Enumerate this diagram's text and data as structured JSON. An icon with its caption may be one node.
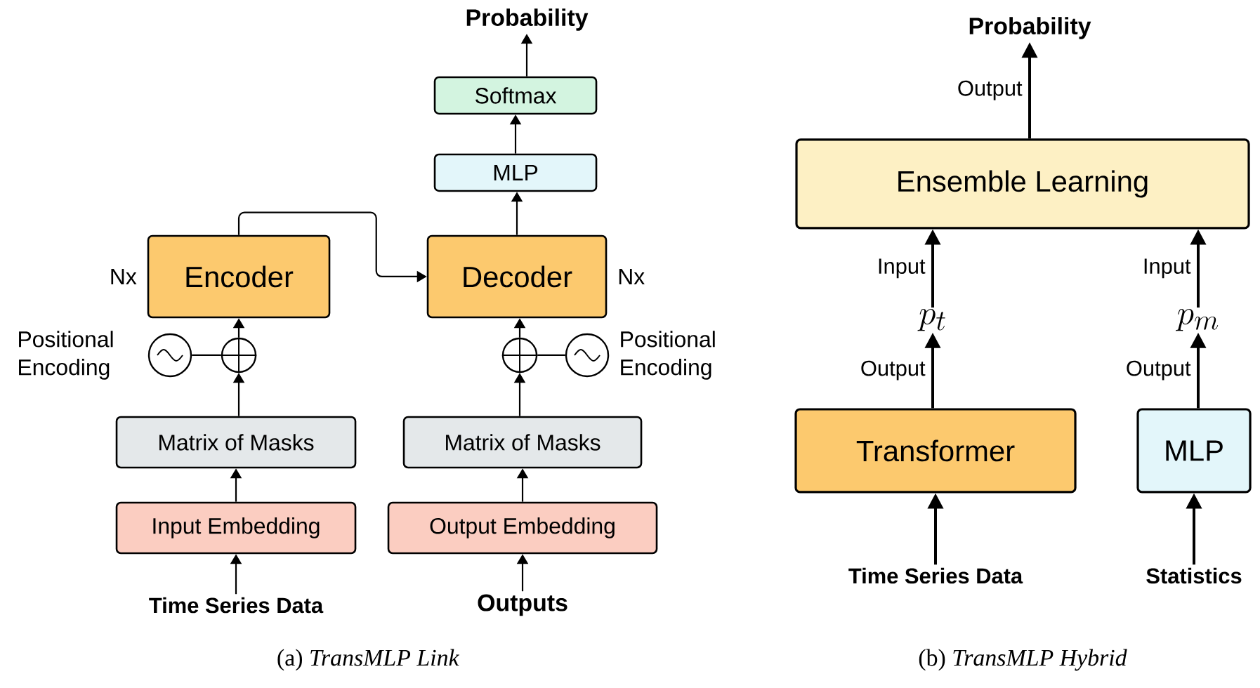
{
  "diagram": {
    "nodes": [
      {
        "text": [
          "Probability"
        ]
      },
      {
        "text": [
          "Softmax"
        ]
      },
      {
        "text": [
          "MLP"
        ]
      },
      {
        "text": [
          "Encoder"
        ],
        "beside": [
          "Nx"
        ]
      },
      {
        "text": [
          "Decoder"
        ],
        "beside": [
          "Nx"
        ]
      },
      {
        "text": [],
        "shape": "circle",
        "beside": [
          "Positional Encoding"
        ]
      },
      {
        "text": [],
        "shape": "circle"
      },
      {
        "text": [
          "Matrix of Masks"
        ]
      },
      {
        "text": [
          "Input Embedding"
        ]
      },
      {
        "text": [
          "Time Series Data"
        ]
      },
      {
        "text": [],
        "shape": "circle"
      },
      {
        "text": [],
        "shape": "circle",
        "beside": [
          "Positional Encoding"
        ]
      },
      {
        "text": [
          "Matrix of Masks"
        ]
      },
      {
        "text": [
          "Output Embedding"
        ]
      },
      {
        "text": [
          "Outputs"
        ]
      },
      {
        "text": [
          "Probability"
        ]
      },
      {
        "text": [
          "Ensemble Learning"
        ]
      },
      {
        "text": [
          "p_t"
        ]
      },
      {
        "text": [
          "p_m"
        ]
      },
      {
        "text": [
          "Transformer"
        ]
      },
      {
        "text": [
          "MLP"
        ]
      },
      {
        "text": [
          "Time Series Data"
        ]
      },
      {
        "text": [
          "Statistics"
        ]
      }
    ],
    "edges": [
      {
        "from": 9,
        "to": 8,
        "arrow": "to"
      },
      {
        "from": 8,
        "to": 7,
        "arrow": "to"
      },
      {
        "from": 7,
        "to": 6,
        "arrow": "to"
      },
      {
        "from": 5,
        "to": 6,
        "arrow": "none"
      },
      {
        "from": 6,
        "to": 3,
        "arrow": "to"
      },
      {
        "from": 3,
        "to": 4,
        "arrow": "to"
      },
      {
        "from": 14,
        "to": 13,
        "arrow": "to"
      },
      {
        "from": 13,
        "to": 12,
        "arrow": "to"
      },
      {
        "from": 12,
        "to": 10,
        "arrow": "to"
      },
      {
        "from": 11,
        "to": 10,
        "arrow": "none"
      },
      {
        "from": 10,
        "to": 4,
        "arrow": "to"
      },
      {
        "from": 4,
        "to": 2,
        "arrow": "to"
      },
      {
        "from": 2,
        "to": 1,
        "arrow": "to"
      },
      {
        "from": 1,
        "to": 0,
        "arrow": "to"
      },
      {
        "from": 16,
        "to": 15,
        "arrow": "to",
        "label": "Output"
      },
      {
        "from": 17,
        "to": 16,
        "arrow": "to",
        "label": "Input"
      },
      {
        "from": 18,
        "to": 16,
        "arrow": "to",
        "label": "Input"
      },
      {
        "from": 19,
        "to": 17,
        "arrow": "to",
        "label": "Output"
      },
      {
        "from": 20,
        "to": 18,
        "arrow": "to",
        "label": "Output"
      },
      {
        "from": 21,
        "to": 19,
        "arrow": "to"
      },
      {
        "from": 22,
        "to": 20,
        "arrow": "to"
      }
    ],
    "labels": [
      "(a) *TransMLP Link*",
      "(b) *TransMLP Hybrid*"
    ]
  }
}
